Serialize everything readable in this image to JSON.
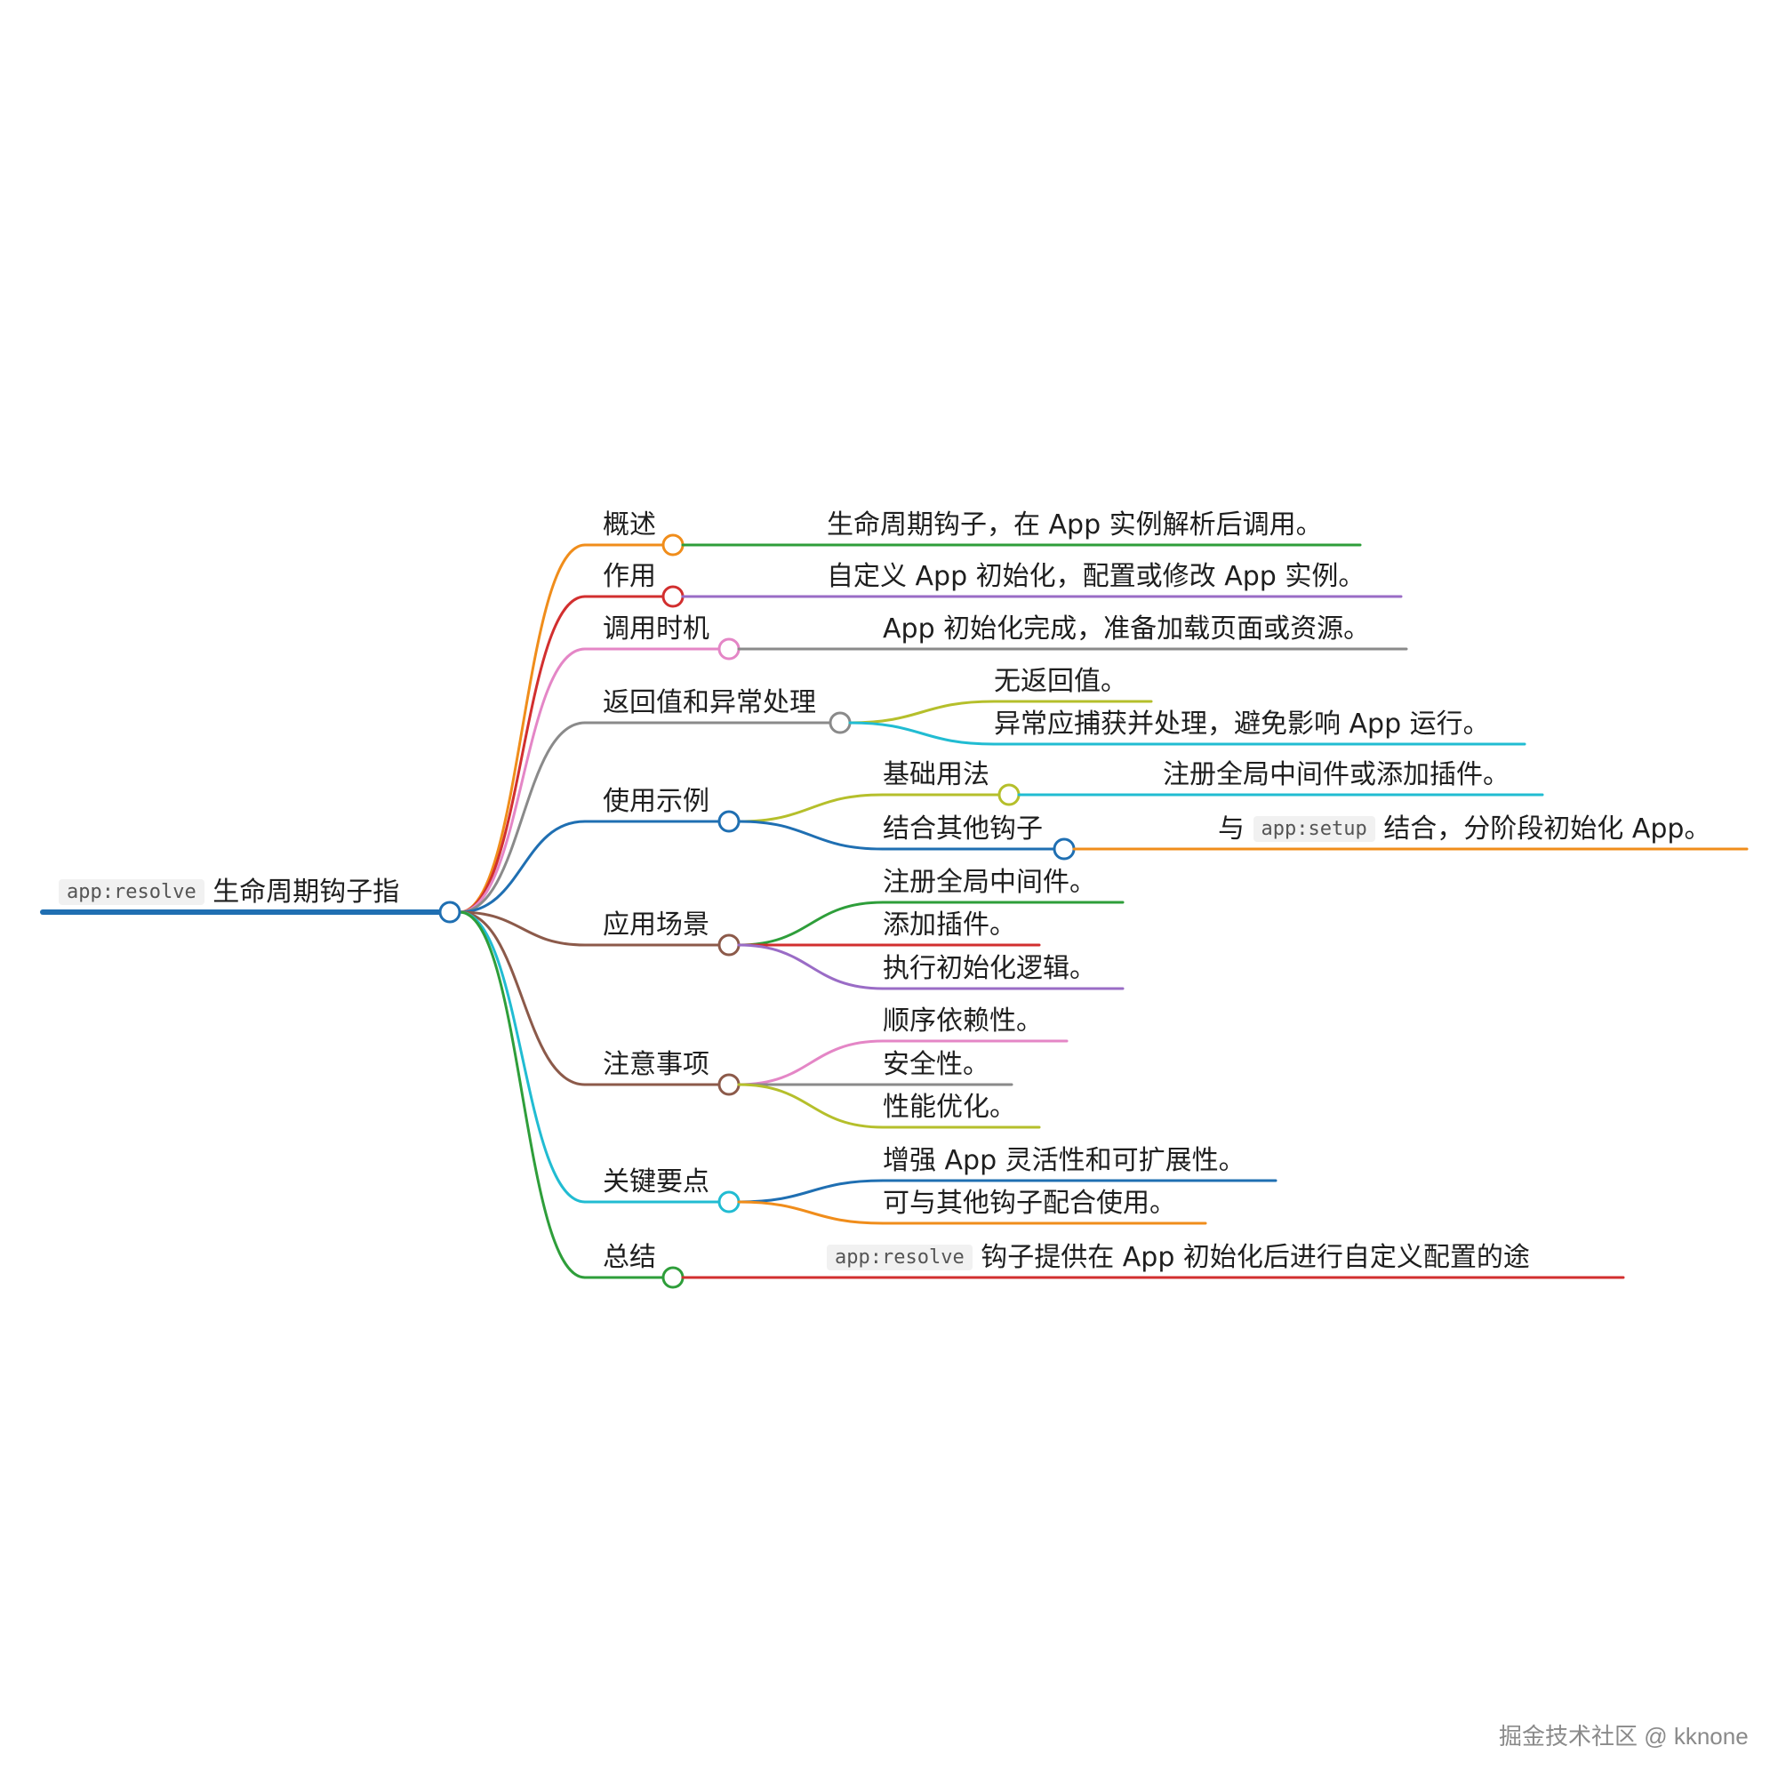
{
  "root": {
    "code": "app:resolve",
    "text": "生命周期钩子指",
    "color": "#1f6fb2"
  },
  "branches": [
    {
      "label": "概述",
      "color": "#f08d1b",
      "children": [
        {
          "text": "生命周期钩子，在 App 实例解析后调用。",
          "color": "#2e9e3a"
        }
      ]
    },
    {
      "label": "作用",
      "color": "#d22f2f",
      "children": [
        {
          "text": "自定义 App 初始化，配置或修改 App 实例。",
          "color": "#9a6cc6"
        }
      ]
    },
    {
      "label": "调用时机",
      "color": "#e486c6",
      "children": [
        {
          "text": "App 初始化完成，准备加载页面或资源。",
          "color": "#8a8a8a"
        }
      ]
    },
    {
      "label": "返回值和异常处理",
      "color": "#8a8a8a",
      "children": [
        {
          "text": "无返回值。",
          "color": "#b5bf2b"
        },
        {
          "text": "异常应捕获并处理，避免影响 App 运行。",
          "color": "#21bcd2"
        }
      ]
    },
    {
      "label": "使用示例",
      "color": "#1f6fb2",
      "children": [
        {
          "text": "基础用法",
          "color": "#b5bf2b",
          "children": [
            {
              "text": "注册全局中间件或添加插件。",
              "color": "#21bcd2"
            }
          ]
        },
        {
          "text": "结合其他钩子",
          "color": "#1f6fb2",
          "children": [
            {
              "pre": "与",
              "code": "app:setup",
              "text": "结合，分阶段初始化 App。",
              "color": "#f08d1b"
            }
          ]
        }
      ]
    },
    {
      "label": "应用场景",
      "color": "#8c5a4a",
      "children": [
        {
          "text": "注册全局中间件。",
          "color": "#2e9e3a"
        },
        {
          "text": "添加插件。",
          "color": "#d22f2f"
        },
        {
          "text": "执行初始化逻辑。",
          "color": "#9a6cc6"
        }
      ]
    },
    {
      "label": "注意事项",
      "color": "#8c5a4a",
      "children": [
        {
          "text": "顺序依赖性。",
          "color": "#e486c6"
        },
        {
          "text": "安全性。",
          "color": "#8a8a8a"
        },
        {
          "text": "性能优化。",
          "color": "#b5bf2b"
        }
      ]
    },
    {
      "label": "关键要点",
      "color": "#21bcd2",
      "children": [
        {
          "text": "增强 App 灵活性和可扩展性。",
          "color": "#1f6fb2"
        },
        {
          "text": "可与其他钩子配合使用。",
          "color": "#f08d1b"
        }
      ]
    },
    {
      "label": "总结",
      "color": "#2e9e3a",
      "children": [
        {
          "code": "app:resolve",
          "text": "钩子提供在 App 初始化后进行自定义配置的途",
          "color": "#d22f2f"
        }
      ]
    }
  ],
  "watermark": "掘金技术社区 @ kknone"
}
